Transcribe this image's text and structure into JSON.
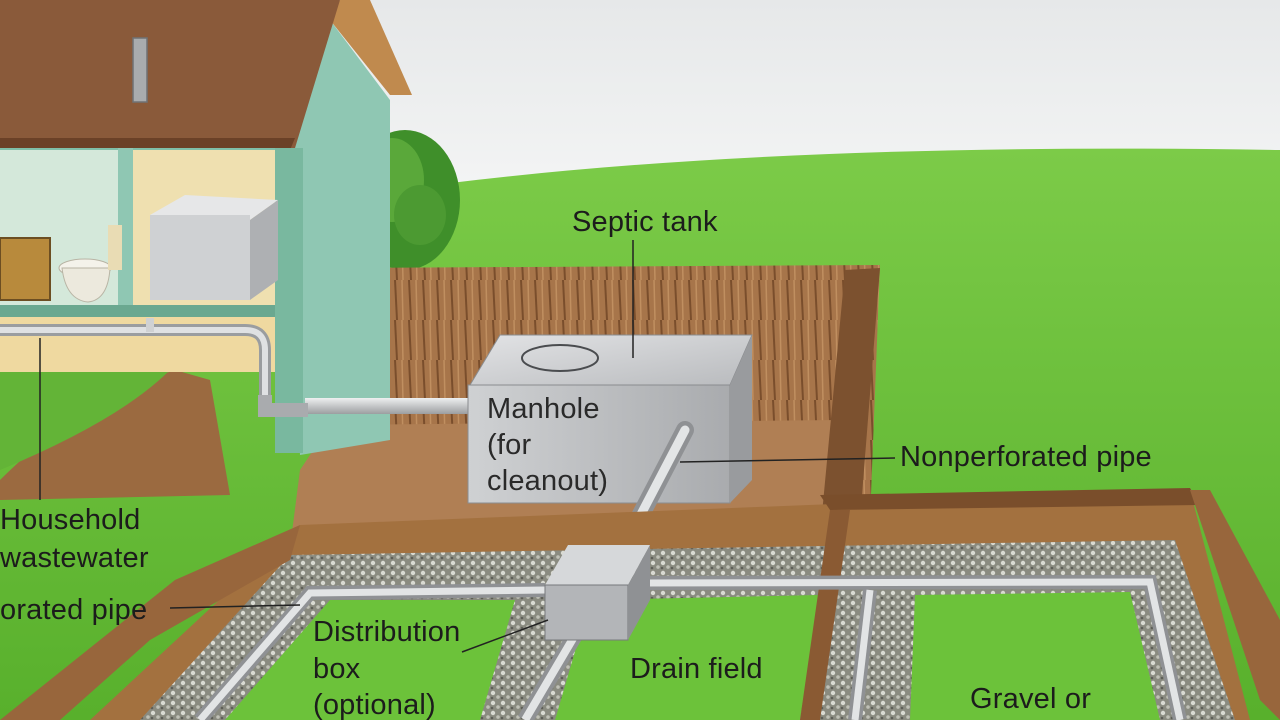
{
  "labels": {
    "septic_tank": "Septic tank",
    "manhole_line1": "Manhole",
    "manhole_line2": "(for",
    "manhole_line3": "cleanout)",
    "nonperforated_pipe": "Nonperforated pipe",
    "household_line1": "Household",
    "household_line2": "wastewater",
    "perforated_pipe": "orated pipe",
    "distribution_line1": "Distribution",
    "distribution_line2": "box",
    "distribution_line3": "(optional)",
    "drain_field": "Drain field",
    "gravel": "Gravel or"
  },
  "colors": {
    "sky": "#eef0f0",
    "grass": "#6cc23a",
    "grass_dark": "#4e9a2c",
    "soil": "#a8764a",
    "soil_dark": "#6e4526",
    "roof": "#8a5a3a",
    "house_wall": "#8fc7b3",
    "interior": "#efe0b0",
    "tank": "#c4c6c9",
    "pipe": "#c8cacc",
    "gravel": "#9a9a8e"
  }
}
